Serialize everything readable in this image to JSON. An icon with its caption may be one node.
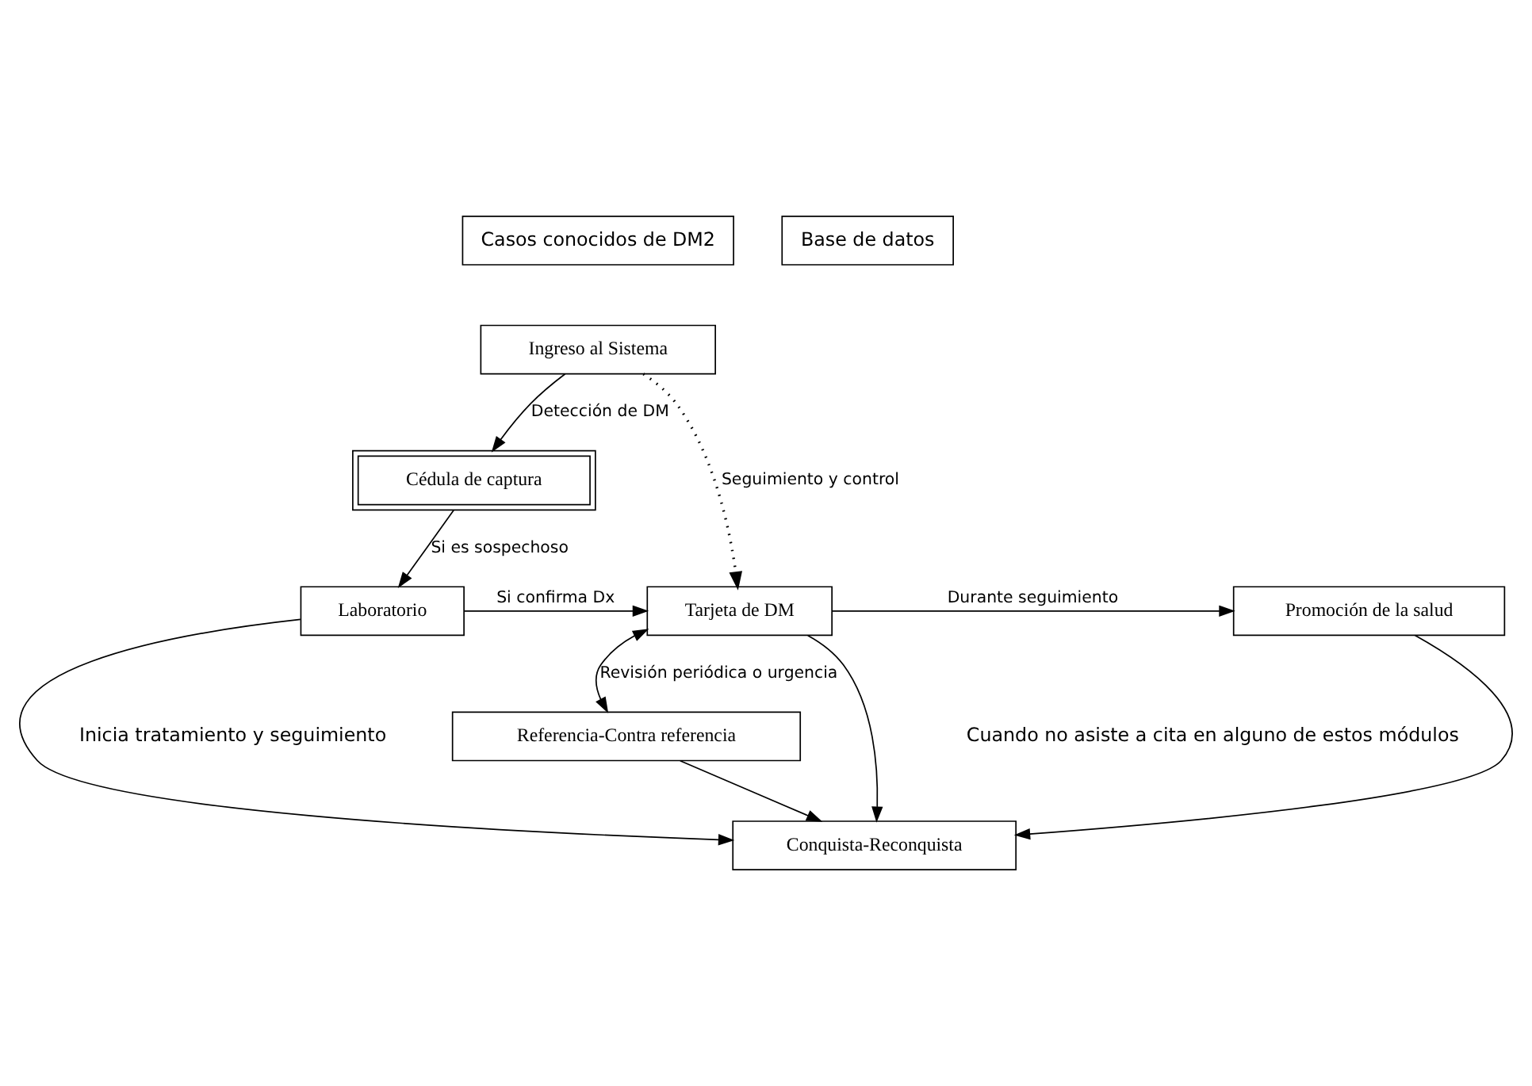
{
  "diagram": {
    "nodes": [
      {
        "text": [
          "Casos conocidos de DM2"
        ]
      },
      {
        "text": [
          "Ingreso al Sistema"
        ]
      },
      {
        "text": [
          "Cédula de captura"
        ]
      },
      {
        "text": [
          "Laboratorio"
        ]
      },
      {
        "text": [
          "Tarjeta de DM"
        ]
      },
      {
        "text": [
          "Referencia-Contra referencia"
        ]
      },
      {
        "text": [
          "Promoción de la salud"
        ]
      },
      {
        "text": [
          "Conquista-Reconquista"
        ]
      },
      {
        "text": [
          "Base de datos"
        ]
      }
    ],
    "edges": [
      {
        "from": 1,
        "to": 2,
        "arrow": "to",
        "label": "Detección de DM"
      },
      {
        "from": 2,
        "to": 3,
        "arrow": "to",
        "label": "Si es sospechoso"
      },
      {
        "from": 1,
        "to": 4,
        "arrow": "to",
        "label": "Seguimiento y control",
        "style": "dashed"
      },
      {
        "from": 3,
        "to": 4,
        "arrow": "to",
        "label": "Si confirma Dx"
      },
      {
        "from": 4,
        "to": 5,
        "arrow": "both",
        "label": "Revisión periódica o urgencia"
      },
      {
        "from": 4,
        "to": 6,
        "arrow": "to",
        "label": "Durante seguimiento"
      },
      {
        "from": 3,
        "to": 7,
        "arrow": "to"
      },
      {
        "from": 4,
        "to": 7,
        "arrow": "to"
      },
      {
        "from": 6,
        "to": 7,
        "arrow": "to"
      },
      {
        "from": 5,
        "to": 7,
        "arrow": "to"
      }
    ],
    "labels": [
      "Inicia tratamiento y seguimiento",
      "Cuando no asiste a cita en alguno de estos módulos"
    ]
  }
}
